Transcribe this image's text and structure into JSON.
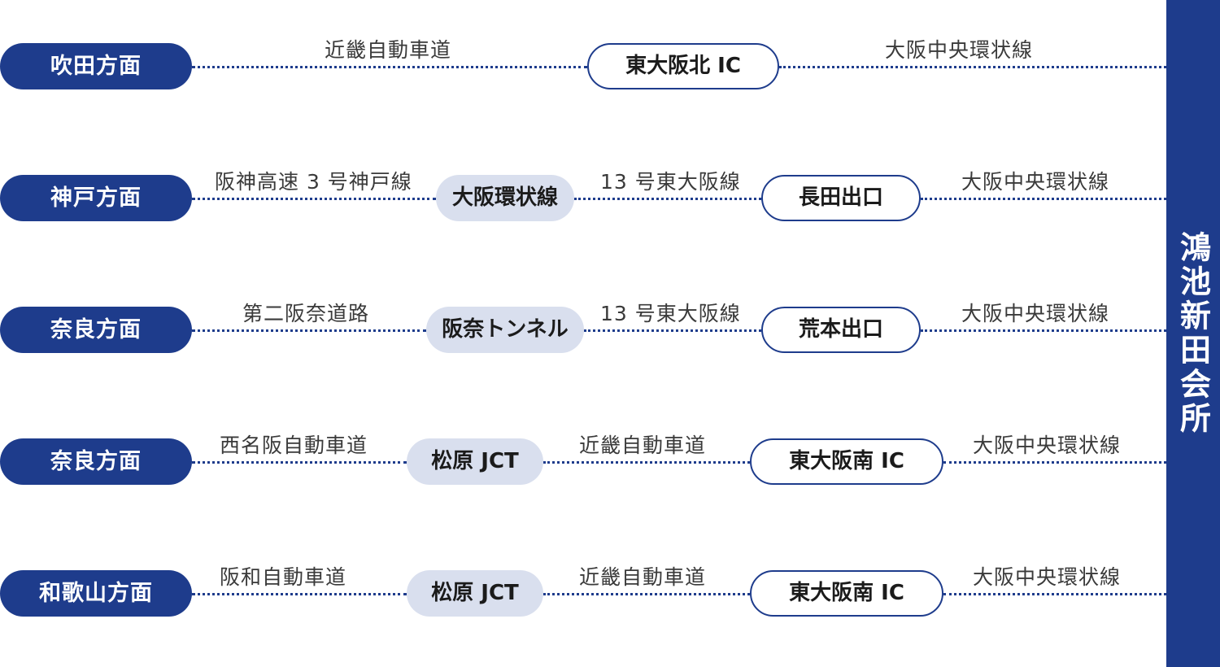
{
  "destination": "鴻池新田会所",
  "routes": [
    {
      "origin": "吹田方面",
      "exit": "東大阪北 IC",
      "roads": [
        "近畿自動車道",
        "大阪中央環状線"
      ]
    },
    {
      "origin": "神戸方面",
      "junction": "大阪環状線",
      "exit": "長田出口",
      "roads": [
        "阪神高速 3 号神戸線",
        "13 号東大阪線",
        "大阪中央環状線"
      ]
    },
    {
      "origin": "奈良方面",
      "junction": "阪奈トンネル",
      "exit": "荒本出口",
      "roads": [
        "第二阪奈道路",
        "13 号東大阪線",
        "大阪中央環状線"
      ]
    },
    {
      "origin": "奈良方面",
      "junction": "松原 JCT",
      "exit": "東大阪南 IC",
      "roads": [
        "西名阪自動車道",
        "近畿自動車道",
        "大阪中央環状線"
      ]
    },
    {
      "origin": "和歌山方面",
      "junction": "松原 JCT",
      "exit": "東大阪南 IC",
      "roads": [
        "阪和自動車道",
        "近畿自動車道",
        "大阪中央環状線"
      ]
    }
  ]
}
